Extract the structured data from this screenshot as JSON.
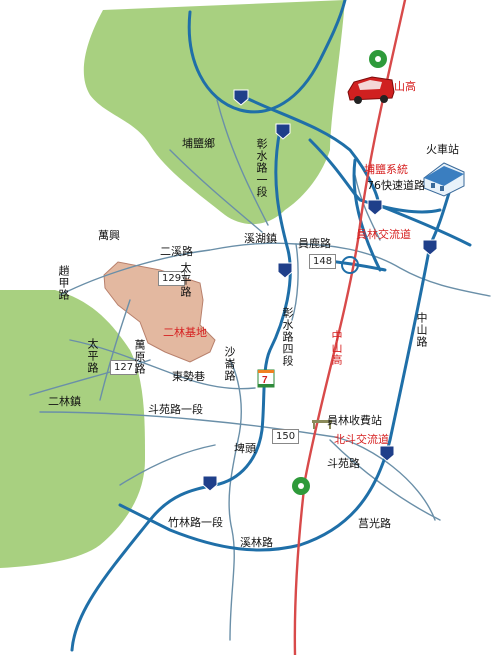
{
  "labels": {
    "shantou": "山高",
    "puyanxiang": "埔鹽鄉",
    "huoche": "火車站",
    "puyan_xitong": "埔鹽系統",
    "kuaisu76": "76快速道路",
    "yuanlin_jiaoliu": "員林交流道",
    "yuanlu_lu": "員鹿路",
    "xihu_zhen": "溪湖鎮",
    "changshui_1": "彰水路一段",
    "wanxing": "萬興",
    "erxi_lu": "二溪路",
    "zhaojia_lu": "趙甲路",
    "taiping_lu_top": "太平路",
    "erlin_jidi": "二林基地",
    "changshui_4": "彰水路四段",
    "zhongshan_gao": "中山高",
    "zhongshan_lu": "中山路",
    "taiping_lu_left": "太平路",
    "wanyuan_lu": "萬原路",
    "dongshixiang": "東勢巷",
    "shaai_lu": "沙崙路",
    "erlin_zhen": "二林鎮",
    "douyuan_1": "斗苑路一段",
    "yuanlin_toll": "員林收費站",
    "beidou_jiaoliu": "北斗交流道",
    "pitou": "埤頭",
    "douyuan_lu": "斗苑路",
    "zhulin_1": "竹林路一段",
    "xilin_lu": "溪林路",
    "jiguang_lu": "莒光路"
  },
  "route_shields": {
    "r129": "129",
    "r148": "148",
    "r127": "127",
    "r150": "150"
  },
  "colors": {
    "green_area": "#a8d080",
    "base_area": "#e3b8a0",
    "road_blue": "#1f6fa8",
    "road_gray": "#6a8fa8",
    "highway_red": "#d84a4a",
    "car_red": "#d02020"
  },
  "icons": [
    "tree-icon",
    "car-icon",
    "train-station-icon",
    "seven-eleven-icon",
    "toll-gate-icon",
    "interchange-shield-icon"
  ]
}
